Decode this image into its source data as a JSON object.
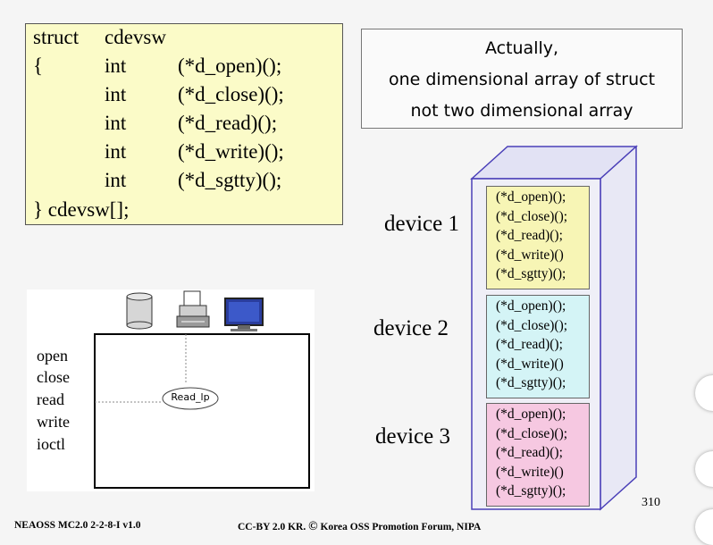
{
  "code": {
    "struct_kw": "struct",
    "struct_name": "cdevsw",
    "brace_open": "{",
    "lines": [
      {
        "type": "int",
        "field": "(*d_open)();"
      },
      {
        "type": "int",
        "field": "(*d_close)();"
      },
      {
        "type": "int",
        "field": "(*d_read)();"
      },
      {
        "type": "int",
        "field": "(*d_write)();"
      },
      {
        "type": "int",
        "field": "(*d_sgtty)();"
      }
    ],
    "closing": "} cdevsw[];"
  },
  "note": {
    "line1": "Actually,",
    "line2": "one dimensional array of struct",
    "line3": "not two dimensional array"
  },
  "devices": [
    {
      "label": "device 1",
      "color": "#f7f5b5",
      "entries": [
        "(*d_open)();",
        "(*d_close)();",
        "(*d_read)();",
        "(*d_write)()",
        "(*d_sgtty)();"
      ]
    },
    {
      "label": "device 2",
      "color": "#d4f4f6",
      "entries": [
        "(*d_open)();",
        "(*d_close)();",
        "(*d_read)();",
        "(*d_write)()",
        "(*d_sgtty)();"
      ]
    },
    {
      "label": "device 3",
      "color": "#f6c8e1",
      "entries": [
        "(*d_open)();",
        "(*d_close)();",
        "(*d_read)();",
        "(*d_write)()",
        "(*d_sgtty)();"
      ]
    }
  ],
  "diagram": {
    "ops": [
      "open",
      "close",
      "read",
      "write",
      "ioctl"
    ],
    "ellipse_label": "Read_lp",
    "icons": [
      "disk-icon",
      "printer-icon",
      "monitor-icon"
    ]
  },
  "page_number": "310",
  "footer": {
    "left": "NEAOSS MC2.0 2-2-8-I v1.0",
    "right_prefix": "CC-BY 2.0 KR.",
    "right_symbol": "©",
    "right_suffix": "Korea OSS Promotion Forum, NIPA"
  },
  "colors": {
    "code_bg": "#fbfbc8",
    "prism_stroke": "#4a3fb8"
  }
}
